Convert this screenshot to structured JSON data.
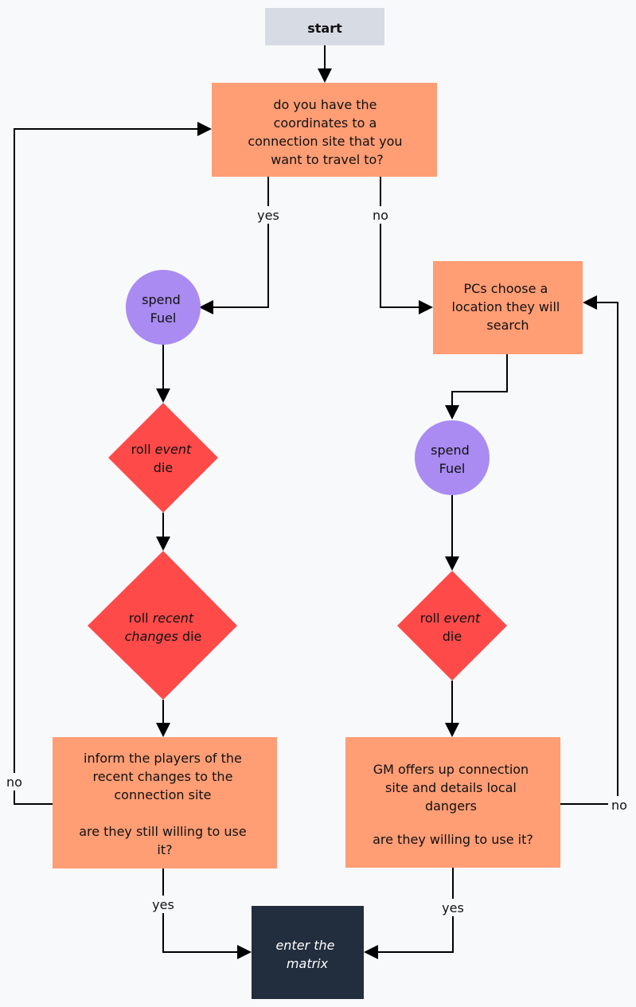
{
  "colors": {
    "background": "#f8f9fb",
    "start": "#d6dbe4",
    "process": "#ff9d75",
    "spend": "#a98bf2",
    "decision": "#ff4a4a",
    "end": "#222d3d",
    "line": "#000000",
    "text": "#111111",
    "end_text": "#ffffff"
  },
  "nodes": {
    "start": {
      "label": "start"
    },
    "q_coordinates": {
      "lines": [
        "do you have the",
        "coordinates to a",
        "connection site that you",
        "want to travel to?"
      ]
    },
    "spend_fuel_left": {
      "lines": [
        "spend",
        "Fuel"
      ]
    },
    "roll_event_left": {
      "line1_prefix": "roll ",
      "line1_em": "event",
      "line2": "die"
    },
    "roll_recent": {
      "line1_prefix": "roll ",
      "line1_em": "recent",
      "line2_em": "changes",
      "line2_suffix": " die"
    },
    "inform_players": {
      "lines": [
        "inform the players of the",
        "recent changes to the",
        "connection site",
        "",
        "are they still willing to use",
        "it?"
      ]
    },
    "choose_location": {
      "lines": [
        "PCs choose a",
        "location they will",
        "search"
      ]
    },
    "spend_fuel_right": {
      "lines": [
        "spend",
        "Fuel"
      ]
    },
    "roll_event_right": {
      "line1_prefix": "roll ",
      "line1_em": "event",
      "line2": "die"
    },
    "gm_offers": {
      "lines": [
        "GM offers up connection",
        "site and details local",
        "dangers",
        "",
        "are they willing to use it?"
      ]
    },
    "enter_matrix": {
      "lines": [
        "enter the",
        "matrix"
      ]
    }
  },
  "edge_labels": {
    "q_yes": "yes",
    "q_no": "no",
    "inform_no": "no",
    "inform_yes": "yes",
    "gm_no": "no",
    "gm_yes": "yes"
  }
}
